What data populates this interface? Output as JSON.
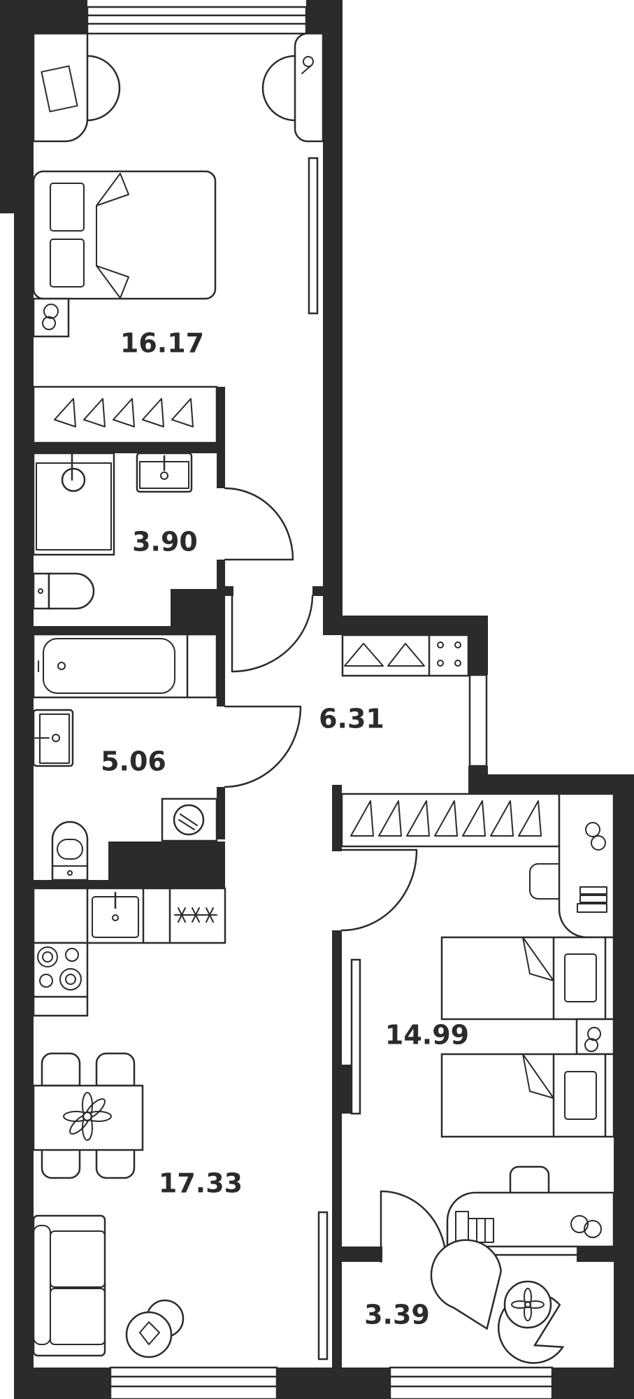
{
  "plan": {
    "rooms": [
      {
        "id": "bedroom-1",
        "area": "16.17"
      },
      {
        "id": "bathroom-1",
        "area": "3.90"
      },
      {
        "id": "hallway",
        "area": "6.31"
      },
      {
        "id": "bathroom-2",
        "area": "5.06"
      },
      {
        "id": "bedroom-2",
        "area": "14.99"
      },
      {
        "id": "kitchen-living",
        "area": "17.33"
      },
      {
        "id": "balcony",
        "area": "3.39"
      }
    ],
    "colors": {
      "wall": "#2b2b2b",
      "background": "#ffffff"
    }
  }
}
